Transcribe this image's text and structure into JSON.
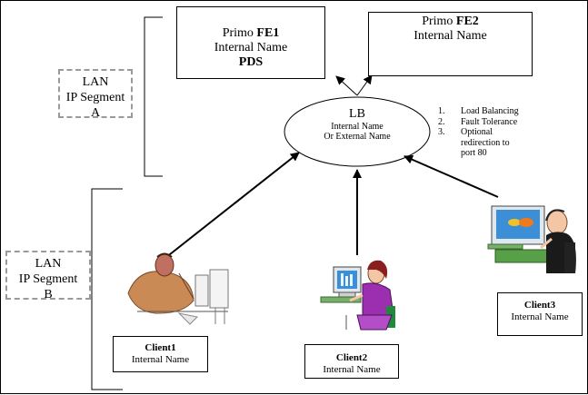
{
  "fe1": {
    "line1_prefix": "Primo",
    "line1_bold": "FE1",
    "line2": "Internal Name",
    "line3": "PDS"
  },
  "fe2": {
    "line1_prefix": "Primo",
    "line1_bold": "FE2",
    "line2": "Internal Name"
  },
  "lb": {
    "title": "LB",
    "line1": "Internal Name",
    "line2": "Or External Name"
  },
  "features": [
    {
      "num": "1.",
      "lines": [
        "Load Balancing"
      ]
    },
    {
      "num": "2.",
      "lines": [
        "Fault Tolerance"
      ]
    },
    {
      "num": "3.",
      "lines": [
        "Optional",
        "redirection to",
        "port 80"
      ]
    }
  ],
  "lan_a": {
    "line1": "LAN",
    "line2": "IP Segment",
    "line3": "A"
  },
  "lan_b": {
    "line1": "LAN",
    "line2": "IP Segment",
    "line3": "B"
  },
  "client1": {
    "title": "Client1",
    "subtitle": "Internal Name"
  },
  "client2": {
    "title": "Client2",
    "subtitle": "Internal Name"
  },
  "client3": {
    "title": "Client3",
    "subtitle": "Internal Name"
  },
  "icons": {
    "client1": "person-at-desk-icon",
    "client2": "woman-at-computer-icon",
    "client3": "man-with-headset-at-computer-icon"
  }
}
